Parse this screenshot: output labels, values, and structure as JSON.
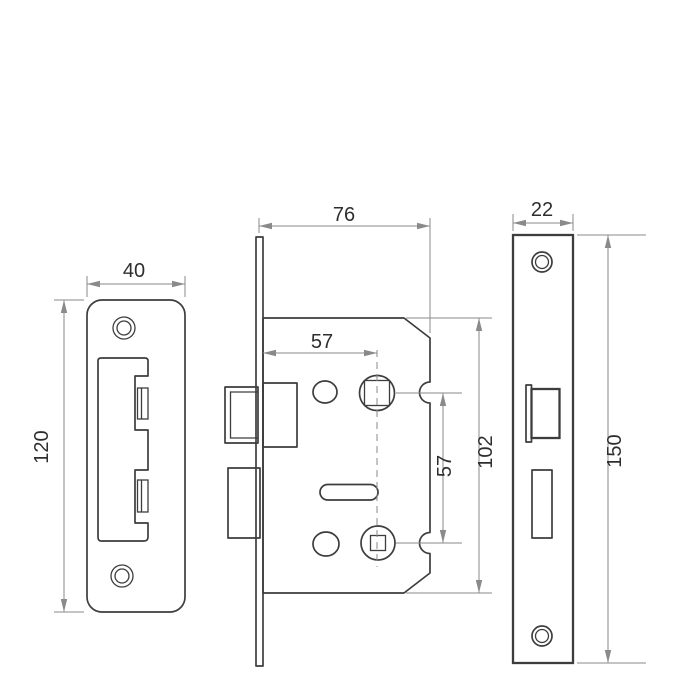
{
  "colors": {
    "object_line": "#3d3d3d",
    "dimension_line": "#8a8a8a",
    "dimension_text": "#2e2e2e",
    "background": "#ffffff"
  },
  "dims": {
    "strike_plate_width": "40",
    "strike_plate_height": "120",
    "lock_case_width": "76",
    "backset": "57",
    "follower_centres": "57",
    "lock_case_height": "102",
    "faceplate_width": "22",
    "faceplate_height": "150"
  }
}
